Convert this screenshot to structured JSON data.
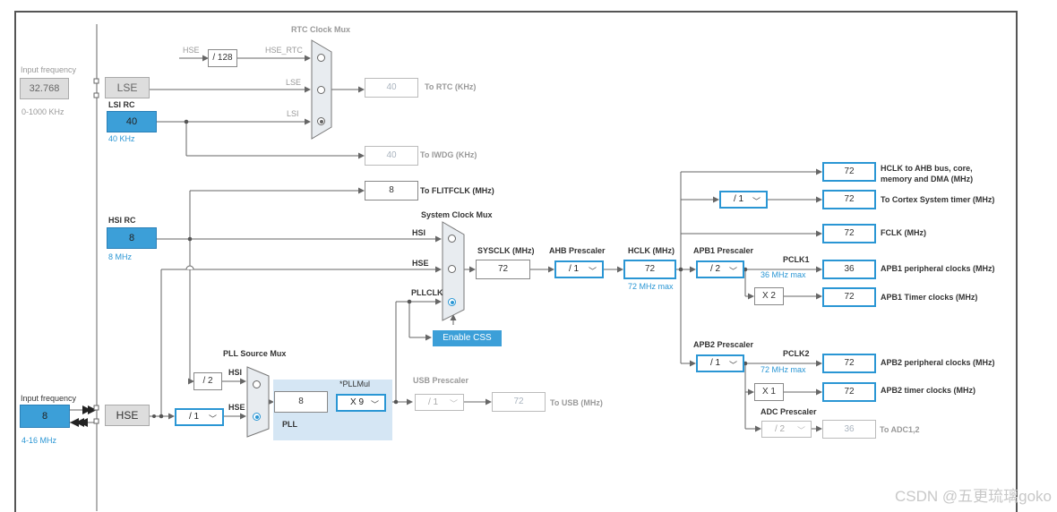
{
  "rtc_mux": {
    "title": "RTC Clock Mux",
    "hse_label": "HSE",
    "div128": "/ 128",
    "hse_rtc": "HSE_RTC",
    "lse": "LSE",
    "lsi": "LSI",
    "rtc_value": "40",
    "rtc_to": "To RTC (KHz)",
    "iwdg_value": "40",
    "iwdg_to": "To IWDG (KHz)"
  },
  "lse": {
    "input_label": "Input frequency",
    "input_value": "32.768",
    "range": "0-1000 KHz",
    "block": "LSE"
  },
  "lsi": {
    "title": "LSI RC",
    "value": "40",
    "freq": "40 KHz"
  },
  "flitf": {
    "value": "8",
    "to": "To FLITFCLK (MHz)"
  },
  "hsi": {
    "title": "HSI RC",
    "value": "8",
    "freq": "8 MHz"
  },
  "sysmux": {
    "title": "System Clock Mux",
    "hsi": "HSI",
    "hse": "HSE",
    "pllclk": "PLLCLK",
    "css": "Enable CSS"
  },
  "sysclk": {
    "label": "SYSCLK (MHz)",
    "value": "72"
  },
  "ahb": {
    "label": "AHB Prescaler",
    "value": "/ 1"
  },
  "hclk": {
    "label": "HCLK (MHz)",
    "value": "72",
    "max": "72 MHz max"
  },
  "outputs": {
    "hclk_ahb": {
      "value": "72",
      "label": "HCLK to AHB bus, core,",
      "label2": "memory and DMA (MHz)"
    },
    "cortex_div": "/ 1",
    "cortex": {
      "value": "72",
      "label": "To Cortex System timer (MHz)"
    },
    "fclk": {
      "value": "72",
      "label": "FCLK (MHz)"
    }
  },
  "apb1": {
    "label": "APB1 Prescaler",
    "value": "/ 2",
    "pclk": "PCLK1",
    "max": "36 MHz max",
    "periph_value": "36",
    "periph_label": "APB1 peripheral clocks (MHz)",
    "mult": "X 2",
    "timer_value": "72",
    "timer_label": "APB1 Timer clocks (MHz)"
  },
  "apb2": {
    "label": "APB2 Prescaler",
    "value": "/ 1",
    "pclk": "PCLK2",
    "max": "72 MHz max",
    "periph_value": "72",
    "periph_label": "APB2 peripheral clocks (MHz)",
    "mult": "X 1",
    "timer_value": "72",
    "timer_label": "APB2 timer clocks (MHz)"
  },
  "adc": {
    "label": "ADC Prescaler",
    "value": "/ 2",
    "out": "36",
    "to": "To ADC1,2"
  },
  "pll": {
    "src_title": "PLL Source Mux",
    "hsi_div": "/ 2",
    "hsi": "HSI",
    "hse": "HSE",
    "value": "8",
    "mul_label": "*PLLMul",
    "mul": "X 9",
    "name": "PLL"
  },
  "usb": {
    "label": "USB Prescaler",
    "value": "/ 1",
    "out": "72",
    "to": "To USB (MHz)"
  },
  "hse": {
    "input_label": "Input frequency",
    "input_value": "8",
    "range": "4-16 MHz",
    "block": "HSE",
    "div": "/ 1"
  },
  "watermark": "CSDN @五更琉璃goko",
  "colors": {
    "accent": "#2a96d4",
    "line": "#666666"
  }
}
